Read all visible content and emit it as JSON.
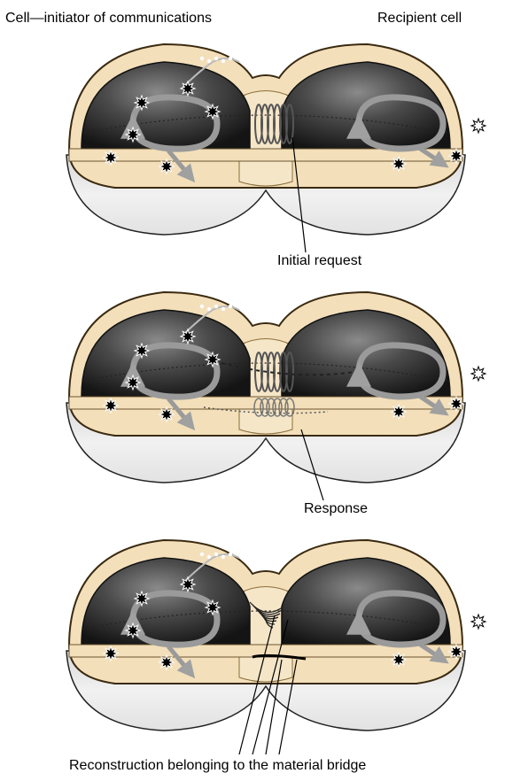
{
  "labels": {
    "initiator": "Cell—initiator of communications",
    "recipient": "Recipient cell",
    "request": "Initial request",
    "response": "Response",
    "reconstruction": "Reconstruction belonging to the material bridge"
  },
  "colors": {
    "membrane": "#f3dfba",
    "membrane_edge": "#3a2a10",
    "inner_dark": "#2b2b2b",
    "inner_mid": "#6d6d6d",
    "base": "#e9e9e9",
    "arrow": "#9a9a9a",
    "bridge": "#f5e6c8"
  },
  "panels": [
    {
      "stage": "initial-request",
      "bridge": "rings"
    },
    {
      "stage": "response",
      "bridge": "rings-and-dotted-path"
    },
    {
      "stage": "reconstruction",
      "bridge": "fibres"
    }
  ]
}
